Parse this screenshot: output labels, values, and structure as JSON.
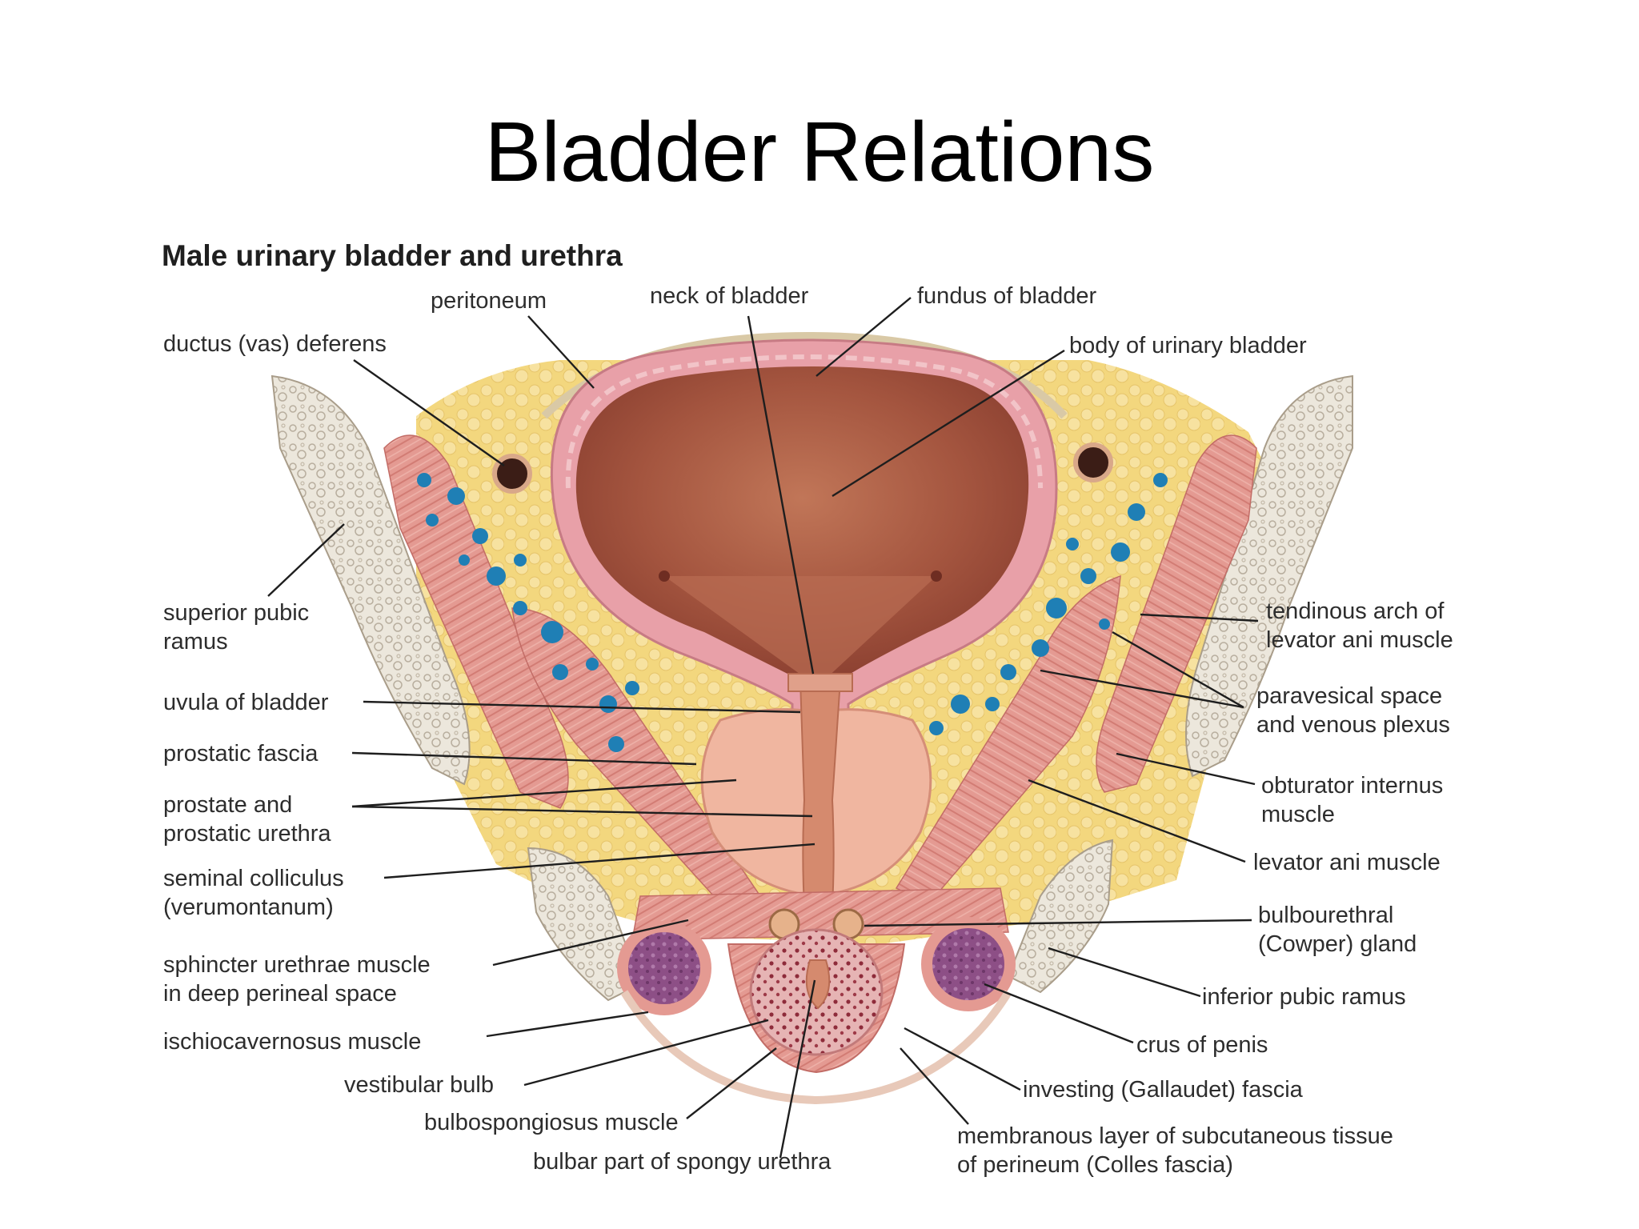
{
  "slide": {
    "title": "Bladder Relations"
  },
  "figure": {
    "title": "Male urinary bladder and urethra",
    "labels": {
      "peritoneum": "peritoneum",
      "neck": "neck of bladder",
      "fundus": "fundus of bladder",
      "ductus": "ductus (vas) deferens",
      "body": "body of urinary bladder",
      "superior_pubic_1": "superior pubic",
      "superior_pubic_2": "ramus",
      "uvula": "uvula of bladder",
      "prostatic_fascia": "prostatic fascia",
      "prostate_1": "prostate and",
      "prostate_2": "prostatic urethra",
      "seminal_1": "seminal colliculus",
      "seminal_2": "(verumontanum)",
      "sphincter_1": "sphincter urethrae muscle",
      "sphincter_2": "in deep perineal space",
      "ischio": "ischiocavernosus muscle",
      "vestibular": "vestibular bulb",
      "bulbospongiosus": "bulbospongiosus muscle",
      "bulbar": "bulbar part of spongy urethra",
      "tendinous_1": "tendinous arch of",
      "tendinous_2": "levator ani muscle",
      "paravesical_1": "paravesical space",
      "paravesical_2": "and venous plexus",
      "obturator_1": "obturator internus",
      "obturator_2": "muscle",
      "levator": "levator ani muscle",
      "bulbourethral_1": "bulbourethral",
      "bulbourethral_2": "(Cowper) gland",
      "inferior_pubic": "inferior pubic ramus",
      "crus": "crus of penis",
      "investing": "investing (Gallaudet) fascia",
      "membranous_1": "membranous layer of subcutaneous tissue",
      "membranous_2": "of perineum (Colles fascia)"
    }
  },
  "colors": {
    "fat": "#f3d77e",
    "veins": "#1f7fb5",
    "muscle": "#e49a92",
    "bladder_lumen": "#a4553f",
    "bladder_wall": "#e8a0a8",
    "bone": "#ece7dc",
    "prostate": "#f0b6a0",
    "crus": "#8d4f86"
  }
}
